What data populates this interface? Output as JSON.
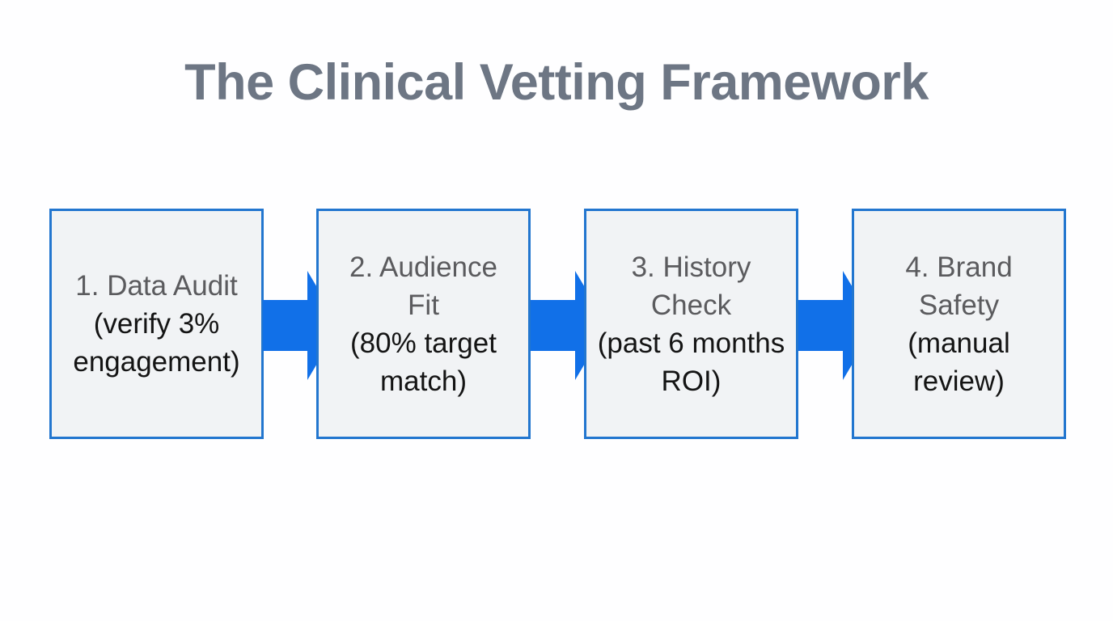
{
  "diagram": {
    "title": "The Clinical Vetting Framework",
    "type": "process-flow",
    "title_color": "#6d7684",
    "box_border_color": "#2276cf",
    "box_fill_color": "#f1f3f5",
    "arrow_color": "#1170e8",
    "background_color": "#fefeff",
    "steps": [
      {
        "number": "1",
        "title": "1. Data Audit",
        "detail": "(verify 3% engagement)"
      },
      {
        "number": "2",
        "title": "2. Audience Fit",
        "detail": "(80% target match)"
      },
      {
        "number": "3",
        "title": "3. History Check",
        "detail": "(past 6 months ROI)"
      },
      {
        "number": "4",
        "title": "4. Brand Safety",
        "detail": "(manual review)"
      }
    ],
    "connectors": [
      {
        "from": "1",
        "to": "2",
        "shape": "block-arrow-right"
      },
      {
        "from": "2",
        "to": "3",
        "shape": "block-arrow-right"
      },
      {
        "from": "3",
        "to": "4",
        "shape": "block-arrow-right"
      }
    ]
  }
}
